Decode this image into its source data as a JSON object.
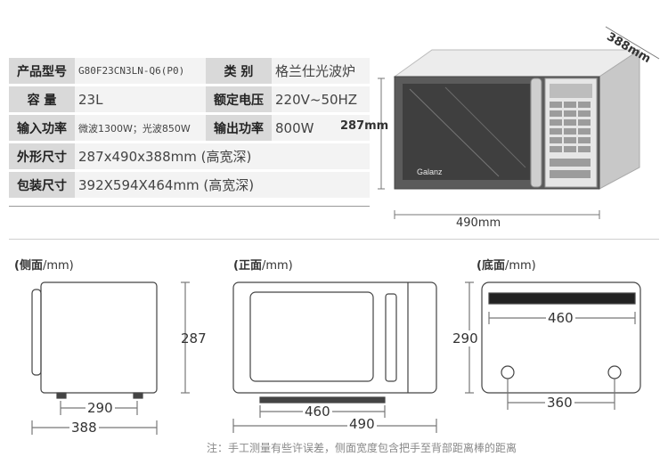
{
  "specs": {
    "rows": [
      {
        "l1": "产品型号",
        "v1": "G80F23CN3LN-Q6(P0)",
        "l2": "类  别",
        "v2": "格兰仕光波炉"
      },
      {
        "l1": "容  量",
        "v1": "23L",
        "l2": "额定电压",
        "v2": "220V~50HZ"
      },
      {
        "l1": "输入功率",
        "v1": "微波1300W；光波850W",
        "l2": "输出功率",
        "v2": "800W"
      }
    ],
    "outer_label": "外形尺寸",
    "outer_value": "287x490x388mm (高宽深)",
    "package_label": "包装尺寸",
    "package_value": "392X594X464mm (高宽深)"
  },
  "product": {
    "brand": "Galanz",
    "depth_label": "388mm",
    "height_label": "287mm",
    "width_label": "490mm"
  },
  "views": {
    "side": {
      "title": "(侧面",
      "unit": "/mm)",
      "height": "287",
      "base": "290",
      "depth": "388"
    },
    "front": {
      "title": "(正面",
      "unit": "/mm)",
      "base": "460",
      "width": "490"
    },
    "bottom": {
      "title": "(底面",
      "unit": "/mm)",
      "height": "290",
      "top": "460",
      "feet": "360"
    }
  },
  "note": "注：手工测量有些许误差，侧面宽度包含把手至背部距离棒的距离"
}
